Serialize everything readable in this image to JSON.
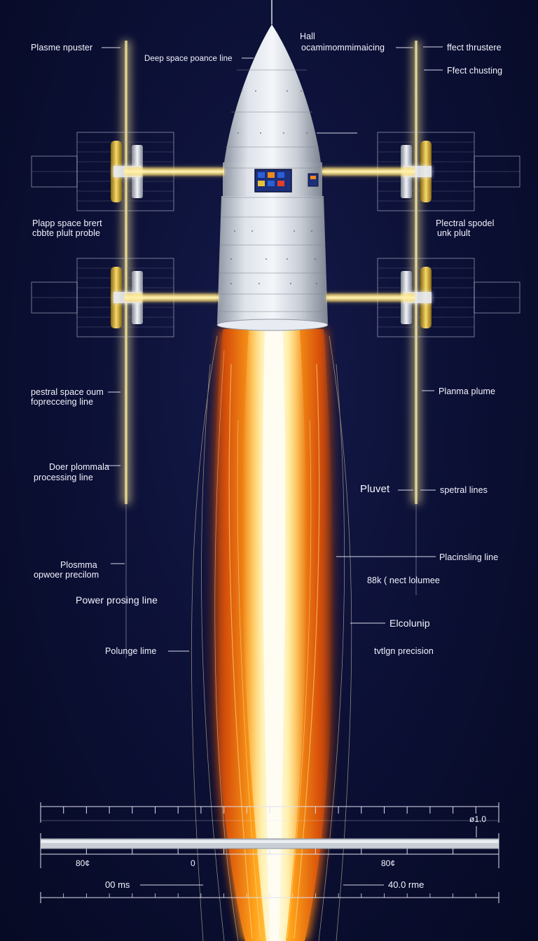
{
  "labels": {
    "top_center_1": "Hall",
    "top_center_2": "ocamimommimaicing",
    "left_1": "Plasme npuster",
    "left_2": "Deep space poance line",
    "right_1": "ffect thrustere",
    "right_2": "Ffect chusting",
    "left_3a": "Plapp space brert",
    "left_3b": "cbbte plult proble",
    "right_3a": "Plectral spodel",
    "right_3b": "unk plult",
    "left_4a": "pestral space oum",
    "left_4b": "foprecceing line",
    "right_4": "Planma plume",
    "left_5a": "Doer plommala",
    "left_5b": "processing line",
    "right_5a": "Pluvet",
    "right_5b": "spetral lines",
    "left_6a": "Plosmma",
    "left_6b": "opwoer precilom",
    "right_6": "Placinsling line",
    "right_6b": "88k ( nect lolumee",
    "left_7": "Power prosing line",
    "right_7": "Elcolunip",
    "left_8": "Polunge lime",
    "right_8": "tvtlgn precision"
  },
  "scale": {
    "top_right": "ø1.0",
    "left_pct": "80¢",
    "zero": "0",
    "right_pct": "80¢",
    "time_left": "00 ms",
    "time_right": "40.0 rme"
  },
  "colors": {
    "background": "#0b0f33",
    "hull": "#c9ced6",
    "beam": "#ffe27a",
    "plume_core": "#fff6d0",
    "plume_outer": "#ff7a12",
    "panel_screen": "#2c5fd6"
  }
}
